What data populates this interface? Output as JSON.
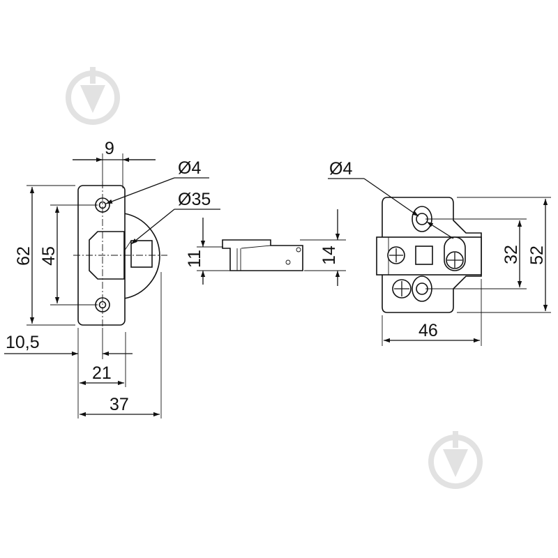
{
  "front_view": {
    "dim_width_top": "9",
    "dim_hole_diameter": "Ø4",
    "dim_cup_diameter": "Ø35",
    "dim_height_total": "62",
    "dim_hole_spacing": "45",
    "dim_offset": "10,5",
    "dim_width_mid": "21",
    "dim_width_total": "37"
  },
  "side_view": {
    "dim_thickness": "11",
    "dim_height": "14"
  },
  "plate_view": {
    "dim_hole_diameter": "Ø4",
    "dim_hole_spacing": "32",
    "dim_height": "52",
    "dim_width": "46"
  },
  "colors": {
    "line": "#111111",
    "watermark": "#e2e2e2",
    "background": "#ffffff"
  }
}
